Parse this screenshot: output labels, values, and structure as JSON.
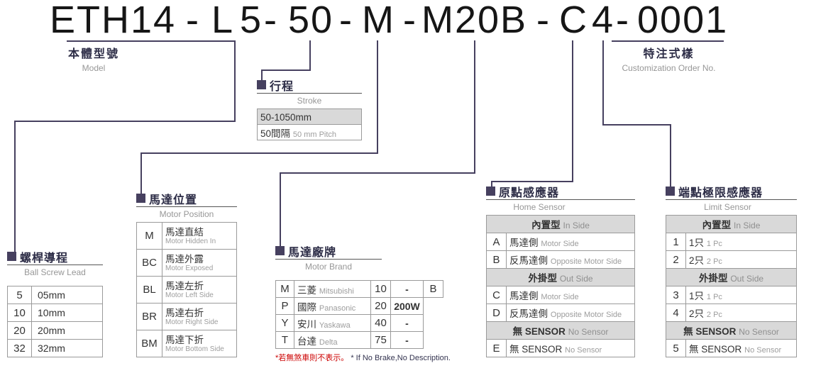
{
  "model_code": {
    "segments": [
      "ETH14",
      "-",
      "L",
      "5",
      "-",
      "50",
      "-",
      "M",
      "-",
      "M20B",
      "-",
      "C",
      "4",
      "-",
      "0001"
    ]
  },
  "model": {
    "title_zh": "本體型號",
    "title_en": "Model"
  },
  "customization": {
    "title_zh": "特注式樣",
    "title_en": "Customization Order No."
  },
  "stroke": {
    "title_zh": "行程",
    "title_en": "Stroke",
    "range": "50-1050mm",
    "pitch_zh": "50間隔",
    "pitch_en": "50 mm Pitch"
  },
  "motor_position": {
    "title_zh": "馬達位置",
    "title_en": "Motor Position",
    "rows": [
      {
        "code": "M",
        "zh": "馬達直結",
        "en": "Motor Hidden In"
      },
      {
        "code": "BC",
        "zh": "馬達外露",
        "en": "Motor Exposed"
      },
      {
        "code": "BL",
        "zh": "馬達左折",
        "en": "Motor Left Side"
      },
      {
        "code": "BR",
        "zh": "馬達右折",
        "en": "Motor Right Side"
      },
      {
        "code": "BM",
        "zh": "馬達下折",
        "en": "Motor Bottom Side"
      }
    ]
  },
  "ball_screw_lead": {
    "title_zh": "螺桿導程",
    "title_en": "Ball Screw Lead",
    "rows": [
      {
        "code": "5",
        "value": "05mm"
      },
      {
        "code": "10",
        "value": "10mm"
      },
      {
        "code": "20",
        "value": "20mm"
      },
      {
        "code": "32",
        "value": "32mm"
      }
    ]
  },
  "motor_brand": {
    "title_zh": "馬達廠牌",
    "title_en": "Motor Brand",
    "rows": [
      {
        "code": "M",
        "brand_zh": "三菱",
        "brand_en": "Mitsubishi",
        "watt_code": "10",
        "watt": "-",
        "brake": "B"
      },
      {
        "code": "P",
        "brand_zh": "國際",
        "brand_en": "Panasonic",
        "watt_code": "20",
        "watt": "200W"
      },
      {
        "code": "Y",
        "brand_zh": "安川",
        "brand_en": "Yaskawa",
        "watt_code": "40",
        "watt": "-"
      },
      {
        "code": "T",
        "brand_zh": "台達",
        "brand_en": "Delta",
        "watt_code": "75",
        "watt": "-"
      }
    ],
    "footnote_zh": "*若無煞車則不表示。",
    "footnote_en": "* If No Brake,No Description."
  },
  "home_sensor": {
    "title_zh": "原點感應器",
    "title_en": "Home Sensor",
    "inside_zh": "內置型",
    "inside_en": "In Side",
    "outside_zh": "外掛型",
    "outside_en": "Out Side",
    "none_zh": "無 SENSOR",
    "none_en": "No Sensor",
    "none_code": "E",
    "rows_inside": [
      {
        "code": "A",
        "zh": "馬達側",
        "en": "Motor Side"
      },
      {
        "code": "B",
        "zh": "反馬達側",
        "en": "Opposite Motor Side"
      }
    ],
    "rows_outside": [
      {
        "code": "C",
        "zh": "馬達側",
        "en": "Motor Side"
      },
      {
        "code": "D",
        "zh": "反馬達側",
        "en": "Opposite Motor Side"
      }
    ]
  },
  "limit_sensor": {
    "title_zh": "端點極限感應器",
    "title_en": "Limit Sensor",
    "inside_zh": "內置型",
    "inside_en": "In Side",
    "outside_zh": "外掛型",
    "outside_en": "Out Side",
    "none_zh": "無 SENSOR",
    "none_en": "No Sensor",
    "none_code": "5",
    "rows_inside": [
      {
        "code": "1",
        "zh": "1只",
        "en": "1 Pc"
      },
      {
        "code": "2",
        "zh": "2只",
        "en": "2 Pc"
      }
    ],
    "rows_outside": [
      {
        "code": "3",
        "zh": "1只",
        "en": "1 Pc"
      },
      {
        "code": "4",
        "zh": "2只",
        "en": "2 Pc"
      }
    ]
  },
  "colors": {
    "accent_line": "#46405f",
    "shaded_row": "#d9d9d9",
    "english_gray": "#979797",
    "footnote_red": "#cc0000",
    "title_text": "#161616"
  }
}
